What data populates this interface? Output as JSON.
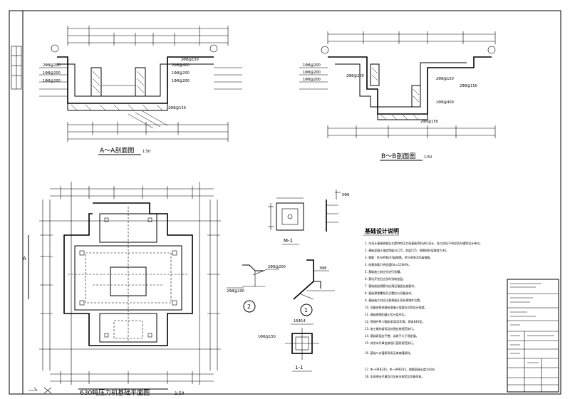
{
  "section_aa": {
    "title": "A～A剖面图",
    "scale": "1:50",
    "dims": [
      "2Φ8@200",
      "1Φ8@200",
      "1Φ8@200",
      "2Φ8@400",
      "1Φ8@200",
      "1Φ8@200",
      "2Φ8@150",
      "2Φ8@150"
    ]
  },
  "section_bb": {
    "title": "B～B剖面图",
    "scale": "1:50",
    "dims": [
      "1Φ8@200",
      "1Φ8@200",
      "1Φ8@200",
      "2Φ8@200",
      "2Φ8@150",
      "2Φ8@150",
      "1Φ8@400",
      "2Φ8@150"
    ]
  },
  "plan": {
    "title": "630吨压力机基础平面图",
    "scale": "1:50",
    "side_mark": "A"
  },
  "details": {
    "m1_label": "M-1",
    "m1_note": "5Φ8",
    "detail1_mark": "1",
    "detail2_mark": "2",
    "detail_note_a": "2Φ8@200",
    "detail_note_b": "2Φ8@200",
    "detail_note_c": "3Φ8",
    "section11_label": "1-1",
    "section11_note": "1Φ8@150",
    "section11_top": "16Φ14"
  },
  "notes": {
    "title": "基础设计说明",
    "items": [
      "1. 本设计基础依据业主提供的压力机基础资料进行设计，若与实际不符应及时通知设计单位。",
      "2. 基础混凝土强度等级为C25，垫层C15，钢筋保护层厚度为30。",
      "3. 钢筋：Φ为HPB235级钢筋，Φ为HRB335级钢筋。",
      "4. 地基承载力特征值fak=150kPa。",
      "5. 基础施工前应先进行验槽。",
      "6. 基坑开挖后应及时浇筑垫层。",
      "7. 基础底板钢筋均应满足锚固长度要求。",
      "8. 基础预埋螺栓孔位置应与设备核对。",
      "9. 基础施工时应注意预留孔洞及预埋件位置。",
      "10. 设备安装前基础混凝土强度应达到设计强度。",
      "11. 基础周围回填土应分层夯实。",
      "12. 预埋件M-1钢板采用Q235B，焊条E43型。",
      "13. 施工缝的留设及处理应按规范执行。",
      "14. 基础表面应平整，误差不大于规定值。",
      "15. 其余未尽事宜按现行国家规范执行。",
      "16. 基础二次灌浆采用无收缩灌浆料。",
      "17. Φ—HRB335，Φ—HPB235，钢筋搭接长度为40d。",
      "18. 本说明未尽事宜详见有关规范及设备资料。"
    ]
  },
  "title_block": {
    "rows": [
      "",
      "",
      "",
      "",
      "",
      "",
      "",
      "",
      ""
    ]
  }
}
